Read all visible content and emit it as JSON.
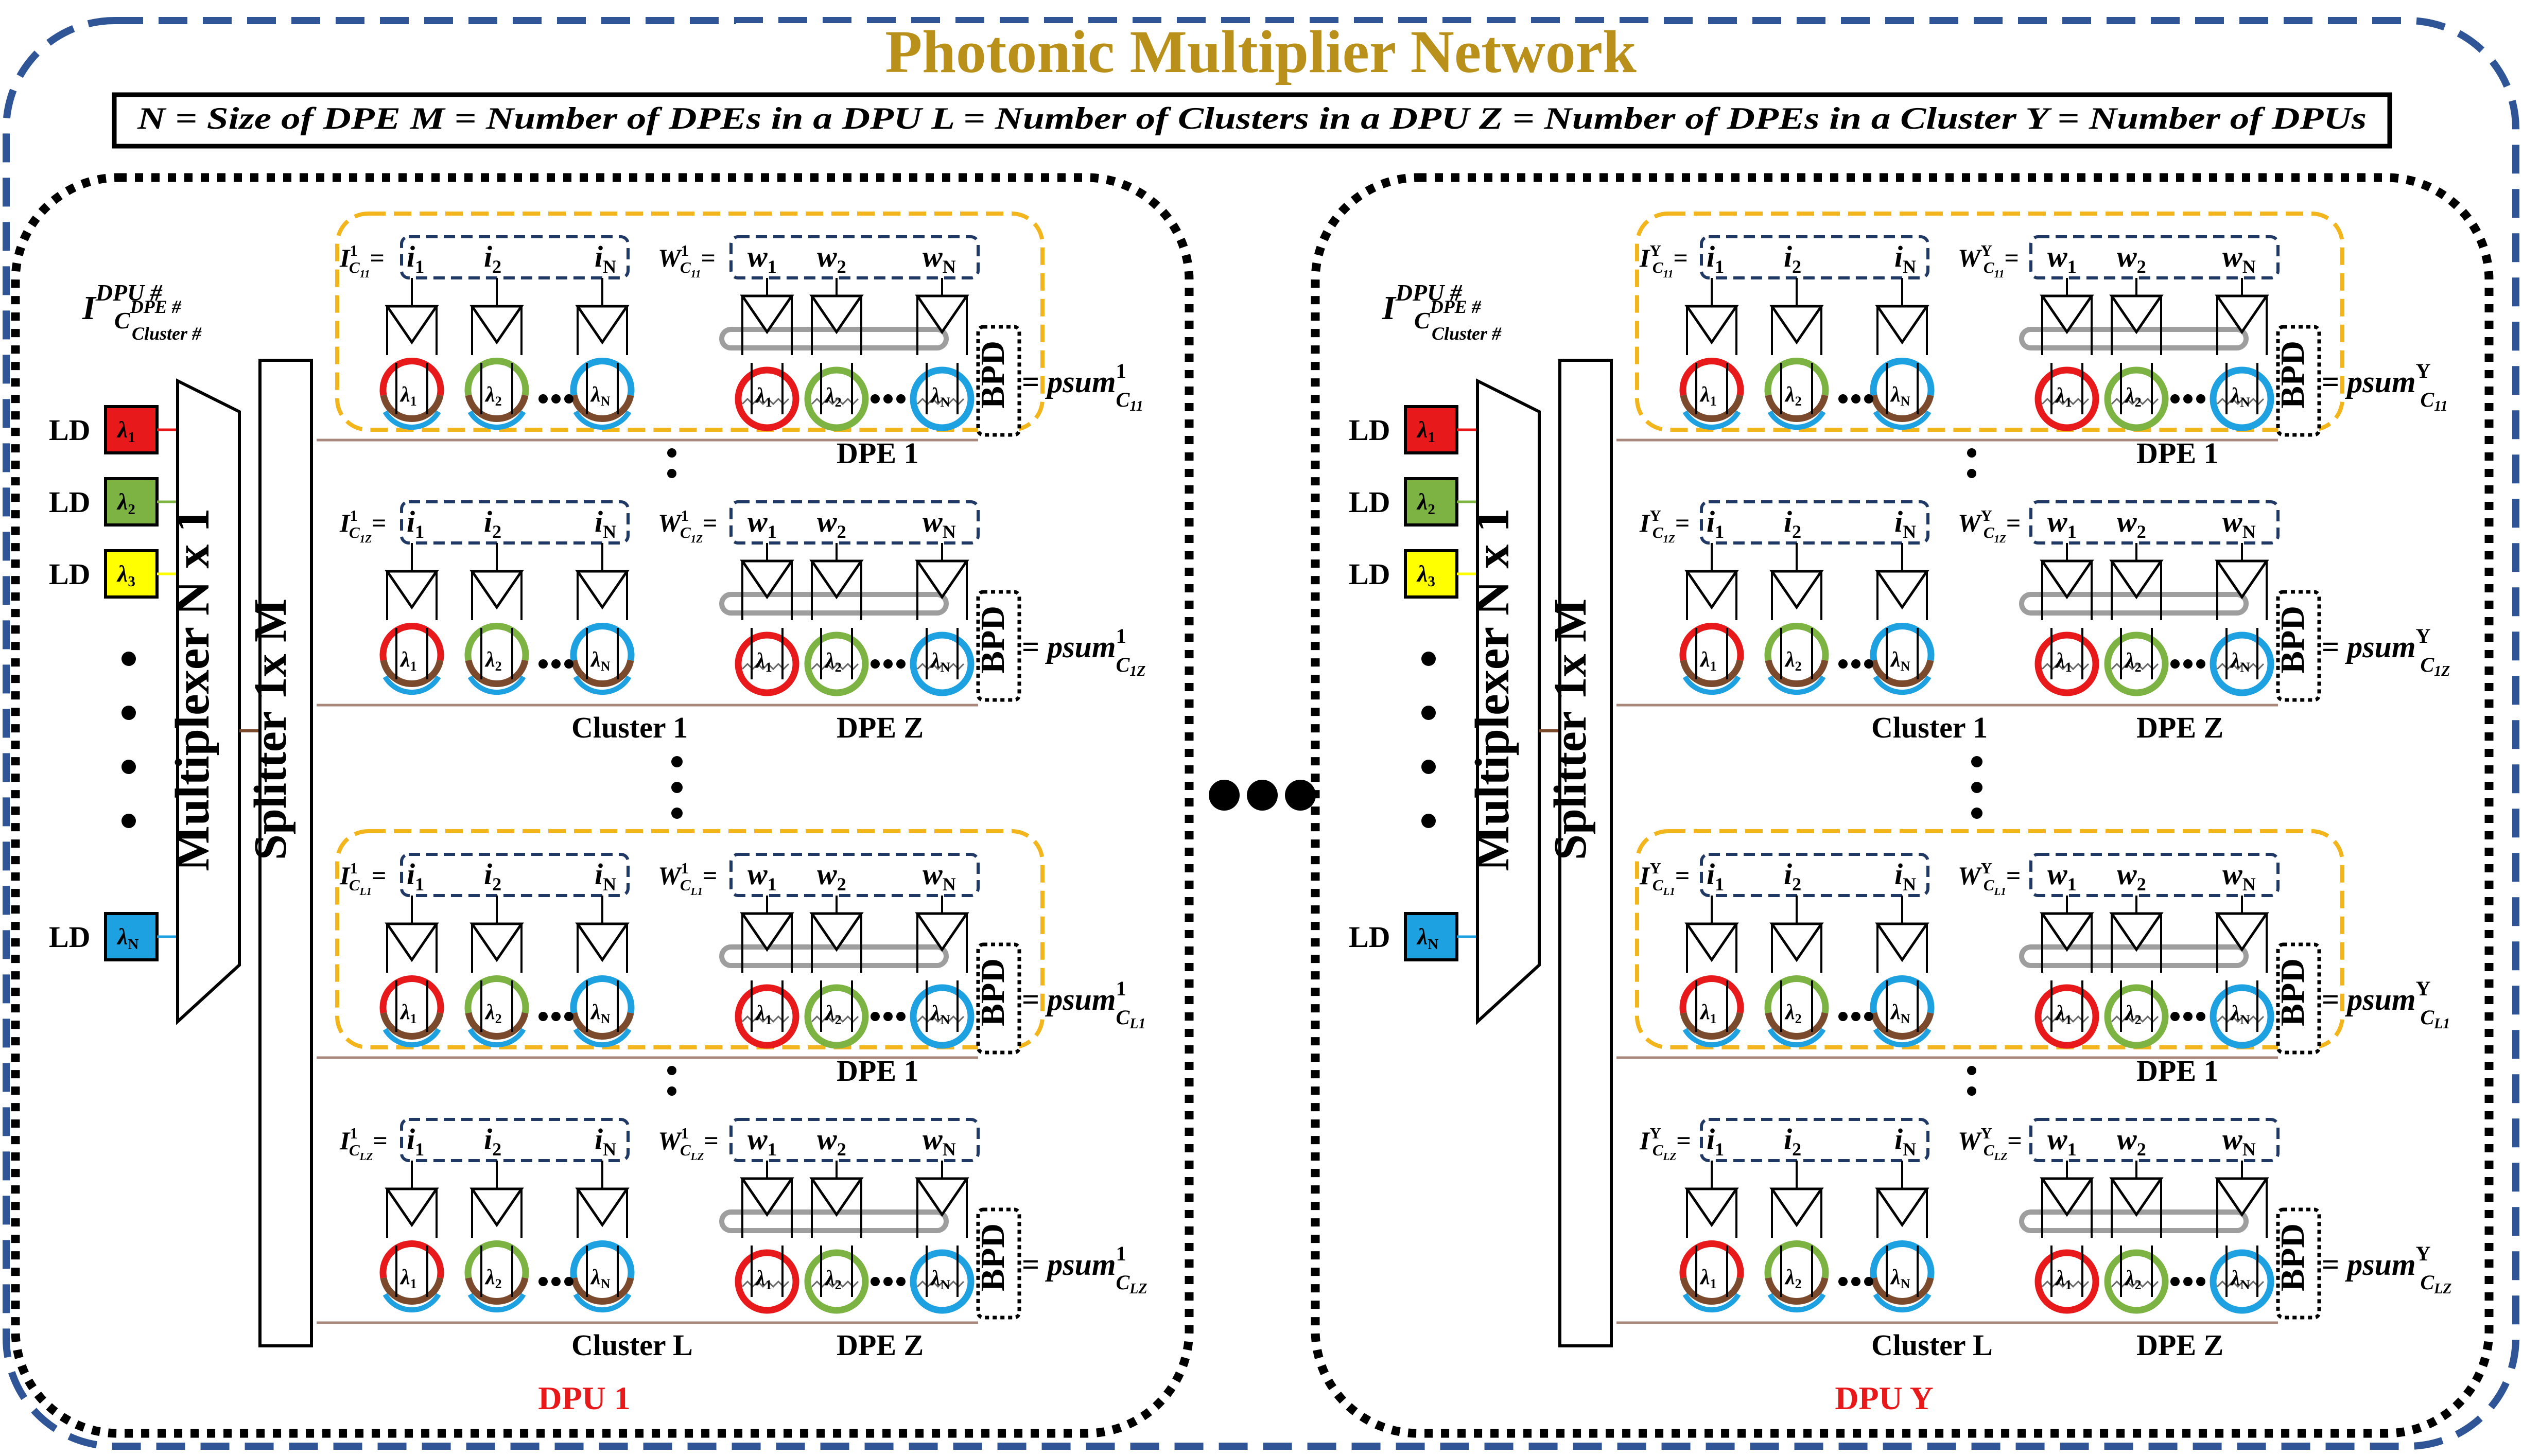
{
  "title": "Photonic Multiplier Network",
  "legend": "N = Size of DPE    M = Number of DPEs in a DPU    L = Number of Clusters in a DPU    Z = Number of DPEs in a Cluster    Y = Number of DPUs",
  "colors": {
    "title": "#B8901A",
    "outer_border": "#2F5597",
    "cluster_border": "#F2B61C",
    "vector_border": "#203864",
    "dpu_label": "#E8191B",
    "lambda_1": "#E8191B",
    "lambda_2": "#7CB342",
    "lambda_3": "#FFFF00",
    "lambda_N": "#1EA1E0",
    "ring_brown": "#7B4A2C",
    "bus_line": "#A9877A"
  },
  "ld_label": "LD",
  "lambdas": [
    "λ1",
    "λ2",
    "λ3",
    "λN"
  ],
  "multiplexer_label": "Multiplexer N x 1",
  "splitter_label": "Splitter 1x M",
  "header_main": "I",
  "header_sup": "DPU #",
  "header_mid_sup": "DPE #",
  "header_sub": "Cluster #",
  "input_items": [
    "i1",
    "i2",
    "iN"
  ],
  "weight_items": [
    "w1",
    "w2",
    "wN"
  ],
  "ring_labels": [
    "λ1",
    "λ2",
    "λN"
  ],
  "bpd_label": "BPD",
  "psum_label": "psum",
  "dpe1_label": "DPE 1",
  "dpez_label": "DPE Z",
  "dpus": [
    {
      "name": "DPU 1",
      "dpu_index": "1",
      "clusters": [
        {
          "name": "Cluster 1",
          "cluster_index": "1",
          "rows": [
            {
              "dpe_index": "1"
            },
            {
              "dpe_index": "Z"
            }
          ]
        },
        {
          "name": "Cluster L",
          "cluster_index": "L",
          "rows": [
            {
              "dpe_index": "1"
            },
            {
              "dpe_index": "Z"
            }
          ]
        }
      ]
    },
    {
      "name": "DPU Y",
      "dpu_index": "Y",
      "clusters": [
        {
          "name": "Cluster 1",
          "cluster_index": "1",
          "rows": [
            {
              "dpe_index": "1"
            },
            {
              "dpe_index": "Z"
            }
          ]
        },
        {
          "name": "Cluster L",
          "cluster_index": "L",
          "rows": [
            {
              "dpe_index": "1"
            },
            {
              "dpe_index": "Z"
            }
          ]
        }
      ]
    }
  ]
}
